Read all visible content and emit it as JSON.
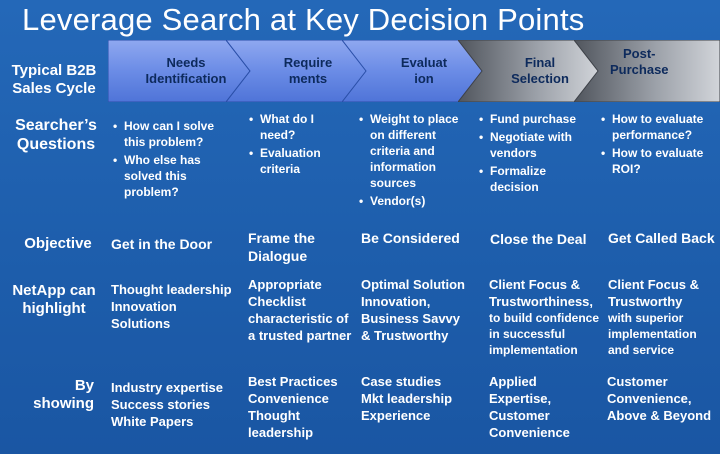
{
  "title": "Leverage Search at Key Decision Points",
  "row_labels": {
    "cycle": [
      "Typical B2B",
      "Sales Cycle"
    ],
    "questions": [
      "Searcher’s",
      "Questions"
    ],
    "objective": [
      "Objective"
    ],
    "highlight": [
      "NetApp can",
      "highlight"
    ],
    "showing": [
      "By",
      "showing"
    ]
  },
  "stages": [
    {
      "label_lines": [
        "Needs",
        "Identification"
      ]
    },
    {
      "label_lines": [
        "Require",
        "ments"
      ]
    },
    {
      "label_lines": [
        "Evaluat",
        "ion"
      ]
    },
    {
      "label_lines": [
        "Final",
        "Selection"
      ]
    },
    {
      "label_lines": [
        "Post-",
        "Purchase"
      ]
    }
  ],
  "colors": {
    "background": "#1e5fae",
    "chevron_blue": "#5b7fe0",
    "chevron_gray_dark": "#555a63",
    "chevron_gray_light": "#c9cdd3",
    "chevron_text": "#0d2a5c"
  },
  "questions": [
    [
      "How can I solve this problem?",
      "Who else has solved this problem?"
    ],
    [
      "What do I need?",
      "Evaluation criteria"
    ],
    [
      "Weight to place on different criteria and information sources",
      "Vendor(s)"
    ],
    [
      "Fund purchase",
      "Negotiate with vendors",
      "Formalize decision"
    ],
    [
      "How to evaluate performance?",
      "How to evaluate ROI?"
    ]
  ],
  "objectives": [
    [
      "Get in the Door"
    ],
    [
      "Frame the",
      "Dialogue"
    ],
    [
      "Be Considered"
    ],
    [
      "Close the Deal"
    ],
    [
      "Get Called Back"
    ]
  ],
  "highlights": [
    {
      "main": [
        "Thought leadership",
        "Innovation",
        "Solutions"
      ],
      "sub": []
    },
    {
      "main": [
        "Appropriate",
        "Checklist",
        "characteristic of",
        "a trusted partner"
      ],
      "sub": []
    },
    {
      "main": [
        "Optimal Solution",
        "Innovation,",
        "Business Savvy",
        "& Trustworthy"
      ],
      "sub": []
    },
    {
      "main": [
        "Client Focus &",
        "Trustworthiness,"
      ],
      "sub": [
        "to build confidence",
        "in successful",
        "implementation"
      ]
    },
    {
      "main": [
        "Client Focus &",
        "Trustworthy"
      ],
      "sub": [
        "with superior",
        "implementation",
        "and service"
      ]
    }
  ],
  "showing": [
    [
      "Industry expertise",
      "Success stories",
      "White Papers"
    ],
    [
      "Best Practices",
      "Convenience",
      "Thought",
      "leadership"
    ],
    [
      "Case studies",
      "Mkt leadership",
      "Experience"
    ],
    [
      "Applied",
      "Expertise,",
      "Customer",
      "Convenience"
    ],
    [
      "Customer",
      "Convenience,",
      "Above & Beyond"
    ]
  ]
}
